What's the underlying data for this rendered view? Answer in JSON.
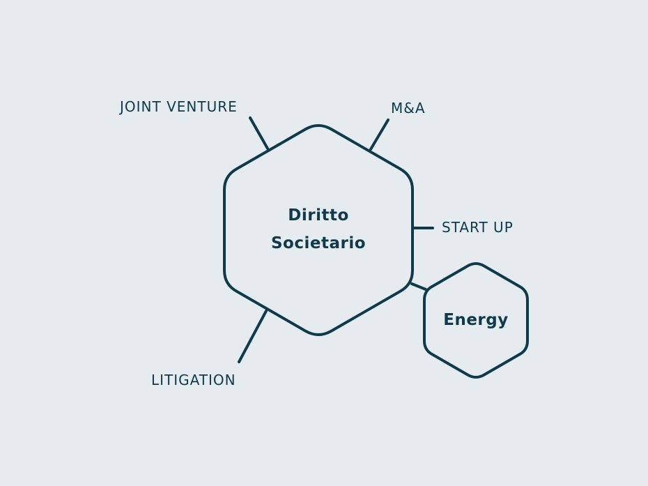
{
  "colors": {
    "background": "#e5ebee",
    "stroke": "#0e3a4c",
    "text": "#0e3a4c"
  },
  "hub": {
    "line1": "Diritto",
    "line2": "Societario"
  },
  "secondary_hub": {
    "label": "Energy"
  },
  "branches": {
    "joint_venture": "JOINT VENTURE",
    "m_and_a": "M&A",
    "start_up": "START UP",
    "litigation": "LITIGATION"
  }
}
